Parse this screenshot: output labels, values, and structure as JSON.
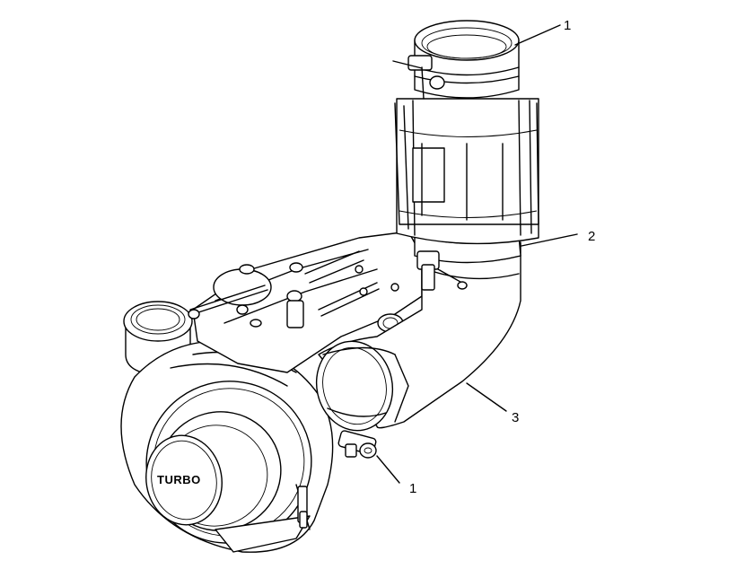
{
  "callouts": [
    {
      "id": "callout-1-top",
      "label": "1"
    },
    {
      "id": "callout-2",
      "label": "2"
    },
    {
      "id": "callout-3",
      "label": "3"
    },
    {
      "id": "callout-1-bottom",
      "label": "1"
    }
  ],
  "turbo_stamp": "TURBO",
  "colors": {
    "ink": "#000000",
    "paper": "#ffffff"
  }
}
